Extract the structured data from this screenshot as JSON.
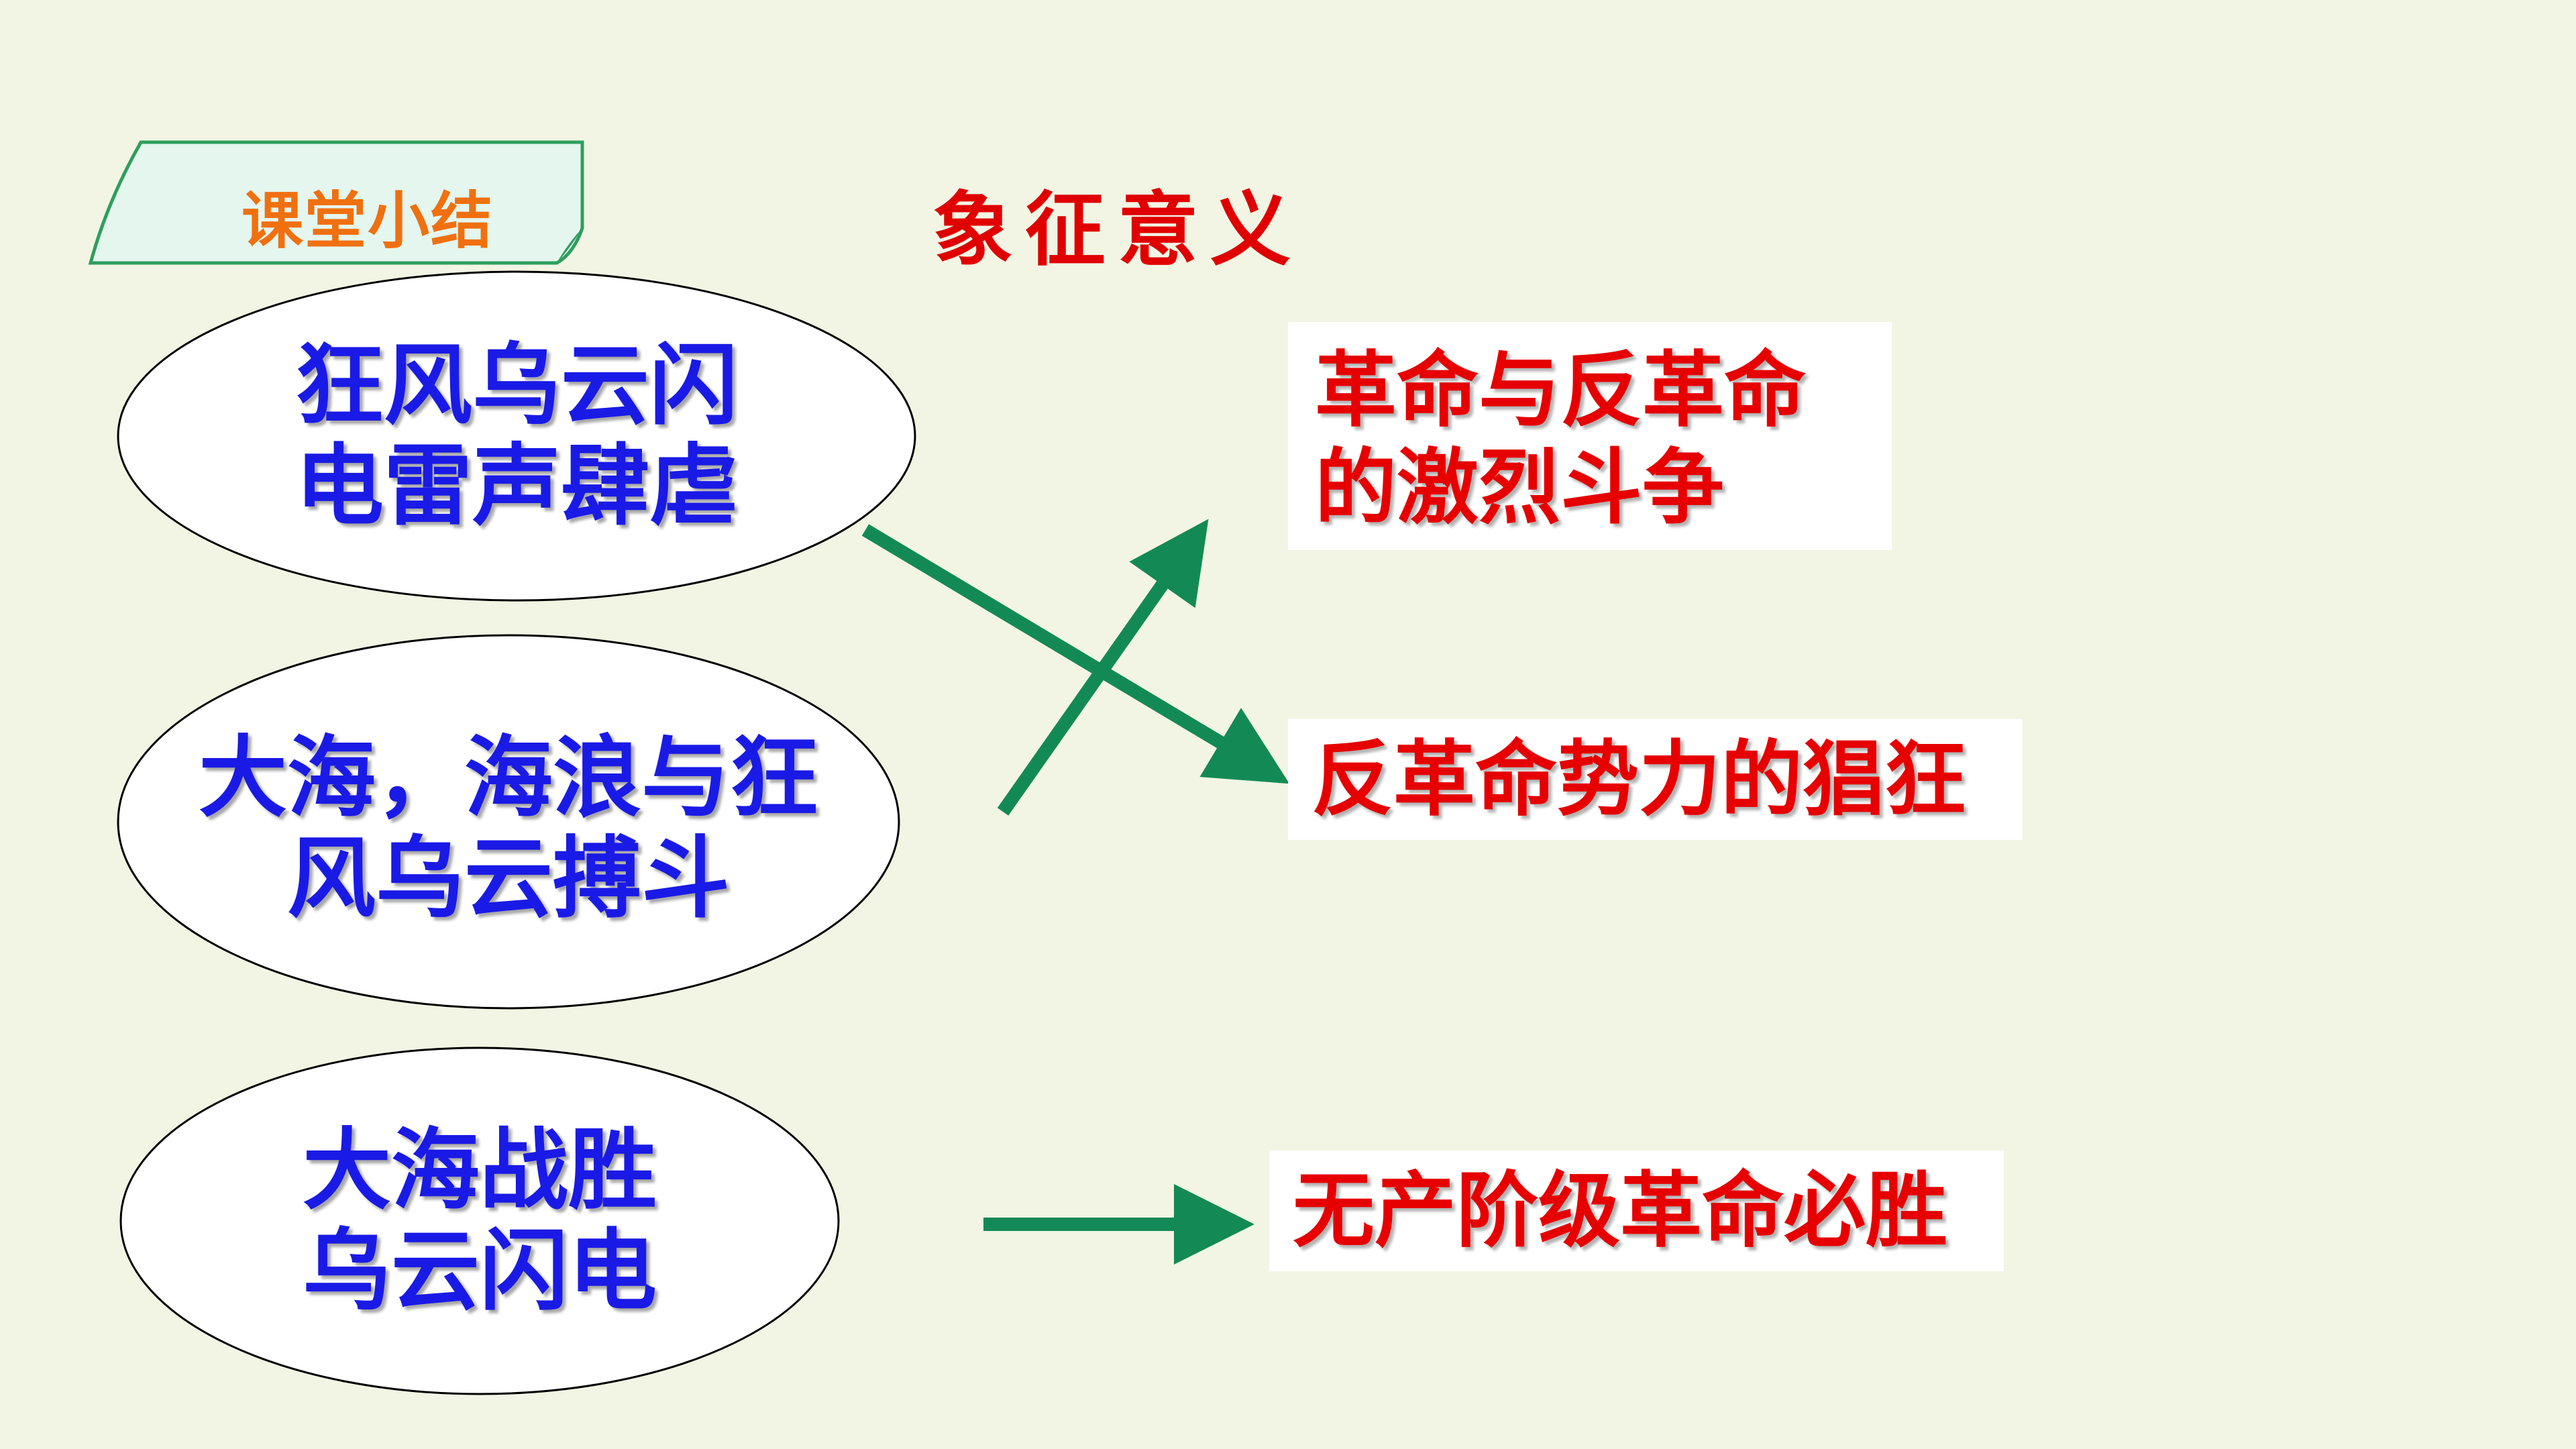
{
  "tag": {
    "label": "课堂小结"
  },
  "heading": "象征意义",
  "symbols": [
    {
      "line1": "狂风乌云闪",
      "line2": "电雷声肆虐"
    },
    {
      "line1": "大海，海浪与狂",
      "line2": "风乌云搏斗"
    },
    {
      "line1": "大海战胜",
      "line2": "乌云闪电"
    }
  ],
  "meanings": [
    {
      "line1": "革命与反革命",
      "line2": "的激烈斗争"
    },
    {
      "line1": "反革命势力的猖狂"
    },
    {
      "line1": "无产阶级革命必胜"
    }
  ],
  "connections": [
    {
      "from": "symbols.0",
      "to": "meanings.1"
    },
    {
      "from": "symbols.1",
      "to": "meanings.0"
    },
    {
      "from": "symbols.2",
      "to": "meanings.2"
    }
  ],
  "colors": {
    "background": "#f2f5e4",
    "tag_fill": "#e4f6ee",
    "tag_border": "#2e9e5e",
    "tag_text": "#f07010",
    "heading": "#e00000",
    "symbol_text": "#1a1ae6",
    "meaning_text": "#e60000",
    "arrow": "#138a55"
  }
}
